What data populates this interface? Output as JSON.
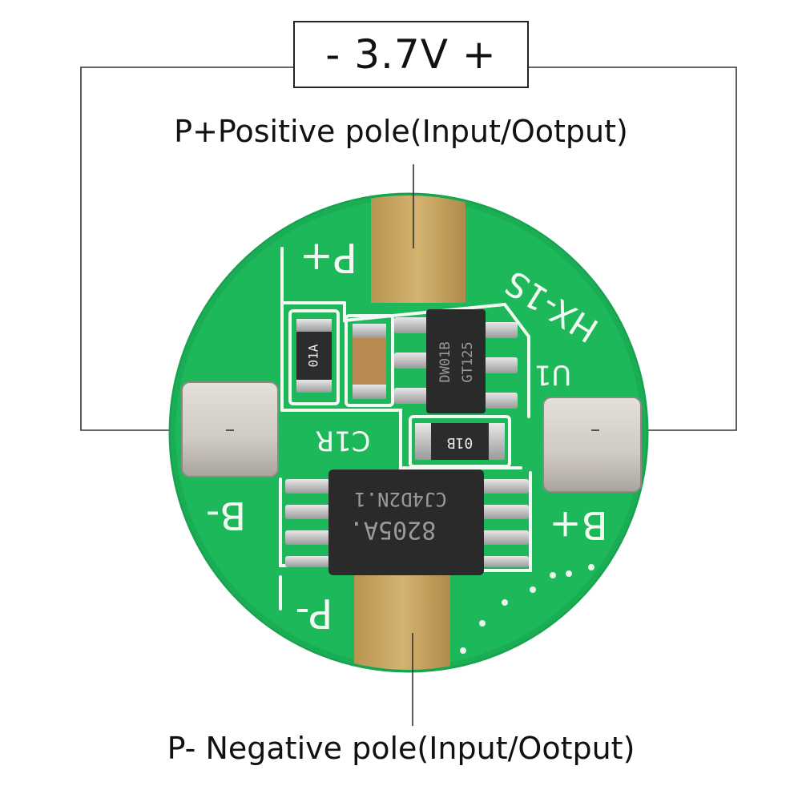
{
  "voltage_label": "- 3.7V +",
  "positive_caption": "P+Positive pole(Input/Ootput)",
  "negative_caption": "P- Negative pole(Input/Ootput)",
  "board": {
    "silkscreen": {
      "p_plus": "P+",
      "p_minus": "P-",
      "b_minus": "B-",
      "b_plus": "B+",
      "model": "HX-1S",
      "u1": "U1",
      "c1r": "C1R"
    },
    "chips": {
      "main_ic_line1": "8205A.",
      "main_ic_line2": "CJ4D2N.1",
      "small_ic_line1": "DW01B",
      "small_ic_line2": "GT125",
      "resistor_top": "01A",
      "resistor_bottom": "01B"
    }
  },
  "colors": {
    "pcb_green": "#1db85a",
    "pcb_dark_green": "#139a48",
    "silkscreen": "#f4f8f2",
    "gold_pad": "#c9a862",
    "silver_pad": "#d7d3cc",
    "chip_black": "#2a2a2a",
    "line": "#222222"
  }
}
